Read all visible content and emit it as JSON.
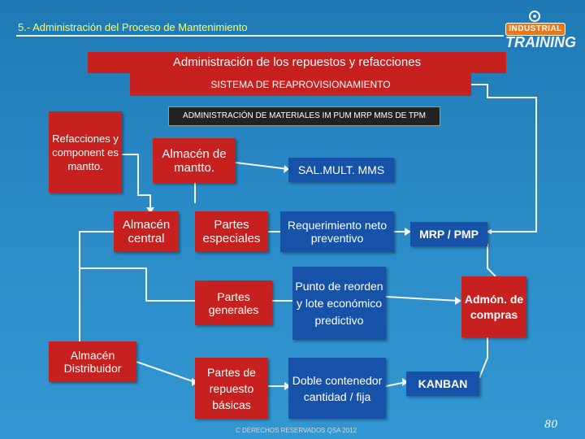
{
  "header": {
    "title": "5.-  Administración del Proceso de Mantenimiento",
    "logo_top": "INDUSTRIAL",
    "logo_bottom": "TRAINING"
  },
  "banners": {
    "main": "Administración de los repuestos y refacciones",
    "sub": "SISTEMA DE REAPROVISIONAMIENTO",
    "materials": "ADMINISTRACIÓN DE MATERIALES IM PUM MRP MMS DE TPM"
  },
  "boxes": {
    "refacciones": "Refacciones y component es mantto.",
    "almacen_mantto": "Almacén de mantto.",
    "sal_mult": "SAL.MULT. MMS",
    "almacen_central": "Almacén central",
    "partes_especiales": "Partes especiales",
    "requerimiento": "Requerimiento neto preventivo",
    "mrp_pmp": "MRP / PMP",
    "partes_generales": "Partes generales",
    "punto_reorden": "Punto de reorden y lote económico predictivo",
    "admon_compras": "Admón. de compras",
    "almacen_distribuidor": "Almacén Distribuidor",
    "partes_repuesto": "Partes de repuesto básicas",
    "doble_contenedor": "Doble contenedor cantidad / fija",
    "kanban": "KANBAN"
  },
  "footer": {
    "copyright": "C  DERECHOS RESERVADOS QSA 2012",
    "page_number": "80"
  },
  "colors": {
    "background": "#2a8ac6",
    "red_box": "#c6201f",
    "blue_box": "#1653a8",
    "title_text": "#ffff66",
    "connector": "#f2f2f2"
  }
}
